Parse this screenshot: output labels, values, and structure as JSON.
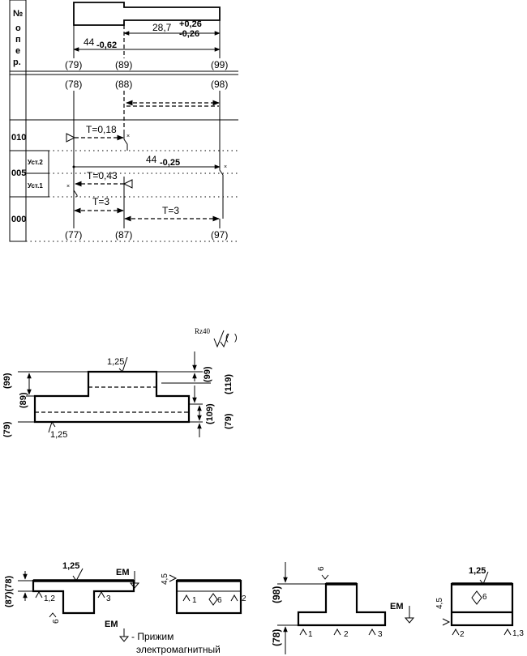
{
  "header": {
    "op_col": [
      "№",
      "о",
      "п",
      "е",
      "р."
    ]
  },
  "rows": {
    "r010": "010",
    "r005": "005",
    "r000": "000",
    "ust2": "Уст.2",
    "ust1": "Уст.1"
  },
  "top_labels": [
    "(79)",
    "(89)",
    "(99)"
  ],
  "mid_labels": [
    "(78)",
    "(88)",
    "(98)"
  ],
  "bottom_labels": [
    "(77)",
    "(87)",
    "(97)"
  ],
  "dims": {
    "d1_main": "28,7",
    "d1_up": "+0,26",
    "d1_lo": "-0,26",
    "d2_main": "44",
    "d2_tol": "-0,62",
    "t018": "T=0,18",
    "d44_main": "44",
    "d44_tol": "-0,25",
    "t043": "T=0,43",
    "t3a": "T=3",
    "t3b": "T=3"
  },
  "part": {
    "rz": "Rz40",
    "rough_top": "1,25",
    "rough_bot": "1,25",
    "left_a": "(99)",
    "left_b": "(89)",
    "left_c": "(79)",
    "right_a": "(99)",
    "right_b": "(119)",
    "right_c": "(109)",
    "right_d": "(79)"
  },
  "setups": {
    "s1_dim": "(87)(78)",
    "s1_rough": "1,25",
    "s1_s1": "1,2",
    "s1_s3": "3",
    "s1_s6": "6",
    "em": "ЕМ",
    "s2_r": "4,5",
    "s2_1": "1",
    "s2_6": "6",
    "s2_2": "2",
    "s3_top": "(98)",
    "s3_bot": "(78)",
    "s3_r": "6",
    "s3_1": "1",
    "s3_2": "2",
    "s3_3": "3",
    "s4_rough": "1,25",
    "s4_r": "4,5",
    "s4_6": "6",
    "s4_2": "2",
    "s4_13": "1,3",
    "legend_em": "ЕМ",
    "legend_dash": "- Прижим",
    "legend_text": "электромагнитный"
  }
}
